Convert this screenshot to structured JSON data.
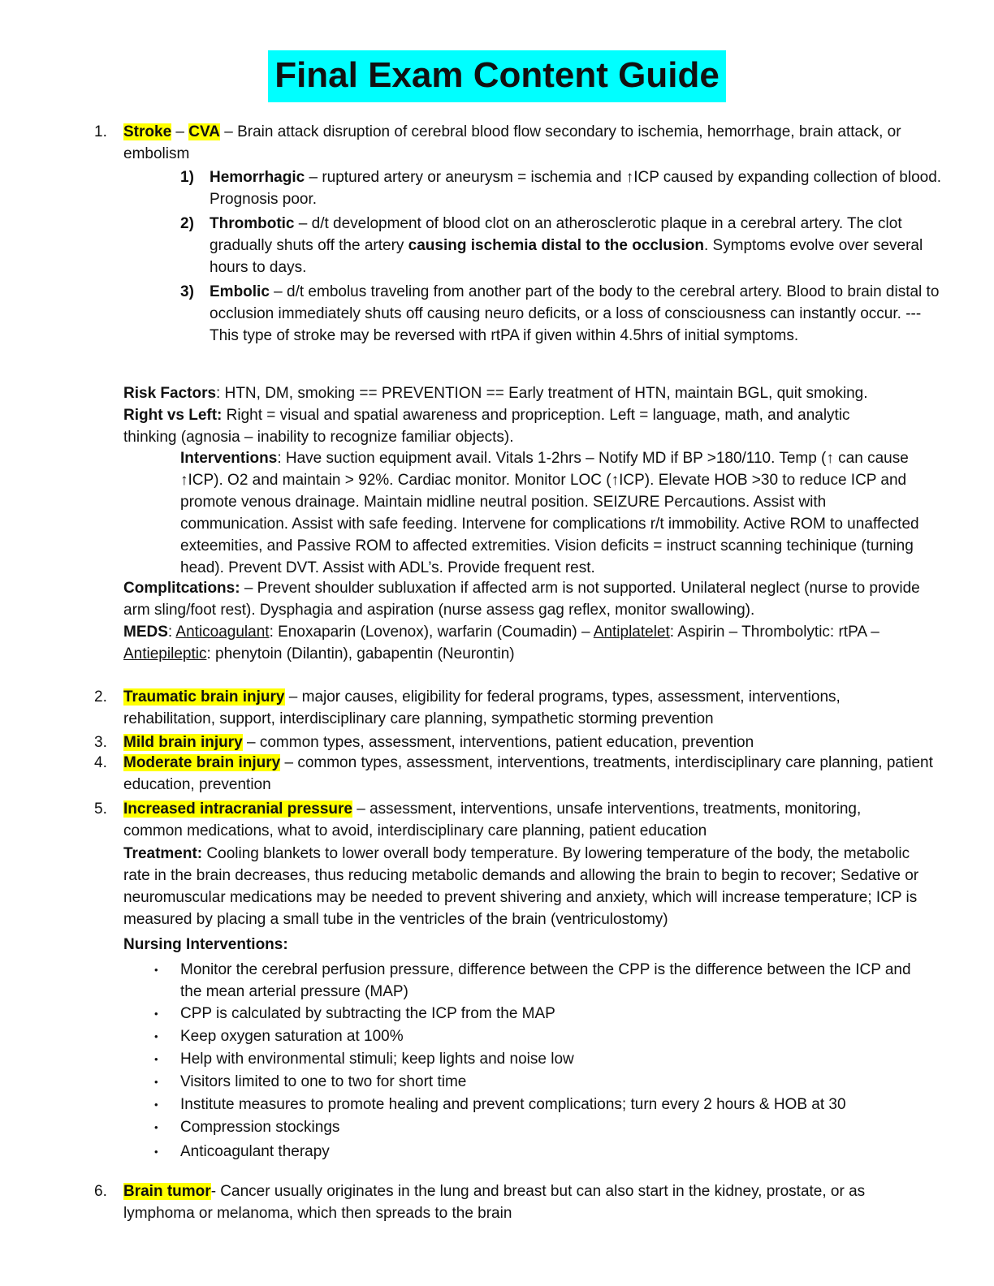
{
  "title": "Final Exam Content Guide",
  "s1": {
    "num": "1.",
    "h1": "Stroke",
    "sep": " – ",
    "h2": "CVA",
    "desc": " – Brain attack disruption of cerebral blood flow secondary to ischemia, hemorrhage, brain attack, or embolism",
    "types": [
      {
        "num": "1)",
        "name": "Hemorrhagic",
        "text": " – ruptured artery or aneurysm = ischemia and ↑ICP caused by expanding collection of blood.  Prognosis poor."
      },
      {
        "num": "2)",
        "name": "Thrombotic",
        "text1": " – d/t development of blood clot on an atherosclerotic plaque in a cerebral artery.  The clot gradually shuts off the artery ",
        "bold": "causing ischemia distal to the occlusion",
        "text2": ". Symptoms evolve over several hours to days."
      },
      {
        "num": "3)",
        "name": "Embolic",
        "text": " – d/t embolus traveling from another part of the body to the cerebral artery.  Blood to brain distal to occlusion immediately shuts off causing neuro deficits, or a loss of consciousness can instantly occur.  --- This type of stroke may be reversed with rtPA if given within 4.5hrs of initial symptoms."
      }
    ],
    "risk_label": "Risk Factors",
    "risk_text": ": HTN, DM, smoking == PREVENTION == Early treatment of HTN, maintain BGL, quit smoking.",
    "rl_label": "Right vs Left:",
    "rl_text": " Right = visual and spatial awareness and propriception. Left = language, math, and analytic thinking (agnosia – inability to recognize familiar objects).",
    "int_label": "Interventions",
    "int_text": ": Have suction equipment avail. Vitals 1-2hrs – Notify MD if BP >180/110. Temp (↑ can cause ↑ICP). O2 and maintain > 92%. Cardiac monitor. Monitor LOC (↑ICP). Elevate HOB >30 to reduce ICP and promote venous drainage.  Maintain        midline neutral position. SEIZURE Percautions. Assist with communication. Assist with safe feeding. Intervene for complications r/t immobility. Active ROM to unaffected exteemities, and Passive ROM to affected extremities. Vision deficits = instruct scanning techinique (turning head).  Prevent DVT. Assist with ADL’s.  Provide frequent rest.",
    "comp_label": "Complitcations:",
    "comp_text": " – Prevent shoulder subluxation if affected arm is not supported. Unilateral neglect (nurse to provide arm sling/foot rest). Dysphagia and aspiration (nurse assess gag reflex, monitor swallowing).",
    "meds_label": "MEDS",
    "meds_a": ":  ",
    "anticoag": "Anticoagulant",
    "meds_b": ": Enoxaparin (Lovenox), warfarin (Coumadin) – ",
    "antiplate": "Antiplatelet",
    "meds_c": ": Aspirin – Thrombolytic: rtPA – ",
    "antiep": "Antiepileptic",
    "meds_d": ": phenytoin (Dilantin), gabapentin (Neurontin)"
  },
  "s2": {
    "num": "2.",
    "head": "Traumatic brain injury",
    "text": " – major causes, eligibility for federal programs, types, assessment, interventions, rehabilitation, support, interdisciplinary care planning, sympathetic storming prevention"
  },
  "s3": {
    "num": "3.",
    "head": "Mild brain injury",
    "text": " – common types, assessment, interventions, patient education, prevention"
  },
  "s4": {
    "num": "4.",
    "head": "Moderate brain injury",
    "text": " – common types, assessment, interventions, treatments, interdisciplinary care planning, patient education, prevention"
  },
  "s5": {
    "num": "5.",
    "head": "Increased intracranial pressure",
    "text": " – assessment, interventions, unsafe interventions, treatments, monitoring, common medications, what to avoid, interdisciplinary care planning, patient education",
    "treat_label": "Treatment:",
    "treat_text": " Cooling blankets to lower overall body temperature. By lowering temperature of the body, the metabolic rate in the brain decreases, thus reducing metabolic demands and allowing the brain to begin to recover; Sedative or neuromuscular medications may be needed to prevent shivering and anxiety, which will increase temperature; ICP is measured by placing a small tube in the ventricles of the brain (ventriculostomy)",
    "ni_label": "Nursing Interventions:",
    "bullets": [
      "Monitor the cerebral perfusion pressure, difference between the CPP is the difference between the ICP and the mean arterial pressure (MAP)",
      "CPP is calculated by subtracting the ICP from the MAP",
      "Keep oxygen saturation at 100%",
      "Help with environmental stimuli; keep lights and noise low",
      "Visitors limited to one to two for short time",
      "Institute measures to promote healing and prevent complications; turn every 2 hours & HOB at 30",
      "Compression stockings",
      "Anticoagulant therapy"
    ]
  },
  "s6": {
    "num": "6.",
    "head": "Brain tumor",
    "text": "- Cancer usually originates in the lung and breast but can also start in the kidney, prostate, or as lymphoma or melanoma, which then spreads to the brain"
  },
  "bullet_glyph": "•",
  "colors": {
    "title_bg": "#00ffff",
    "highlight": "#ffff00"
  }
}
